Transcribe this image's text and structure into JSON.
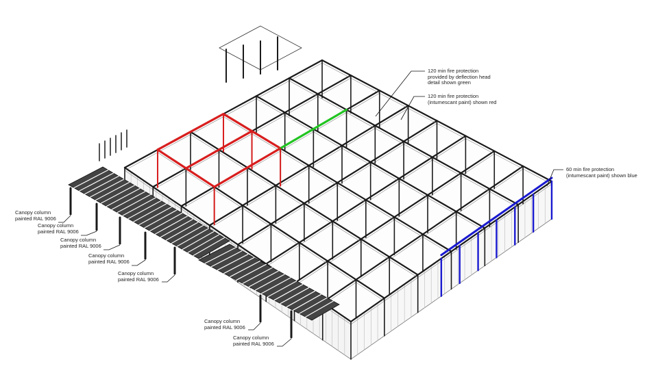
{
  "colors": {
    "red": "#d81e1e",
    "green": "#22c422",
    "blue": "#1a1ad0",
    "steel": "#1a1a1a",
    "wall": "#bdbdbd"
  },
  "annotations": {
    "green_note": "120 min fire protection\nprovided by deflection head\ndetail shown green",
    "red_note": "120 min fire protection\n(intumescant paint) shown red",
    "blue_note": "60 min fire protection\n(intumescant paint) shown blue",
    "canopy_notes": [
      "Canopy column\npainted RAL 9006",
      "Canopy column\npainted RAL 9006",
      "Canopy column\npainted RAL 9006",
      "Canopy column\npainted RAL 9006",
      "Canopy column\npainted RAL 9006",
      "Canopy column\npainted RAL 9006",
      "Canopy column\npainted RAL 9006"
    ]
  }
}
